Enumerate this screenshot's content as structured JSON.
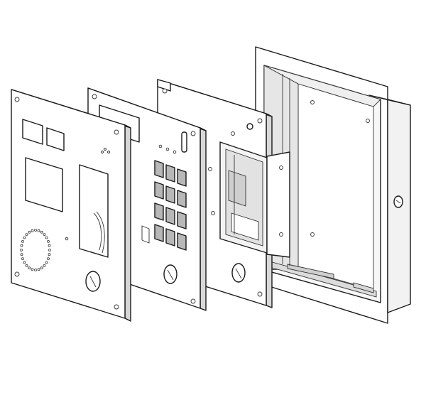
{
  "figure": {
    "kind": "exploded-view",
    "subject": "door-entry-panel-assembly",
    "line_color": "#1a1a1a",
    "panel_fill": "#ffffff",
    "shade_fill": "#e4e4e4",
    "dark_fill": "#b8b8b8"
  },
  "parts": [
    {
      "id": "front-plate",
      "label": ""
    },
    {
      "id": "keypad-plate",
      "label": ""
    },
    {
      "id": "mounting-frame",
      "label": ""
    },
    {
      "id": "flush-mount-box",
      "label": ""
    }
  ]
}
